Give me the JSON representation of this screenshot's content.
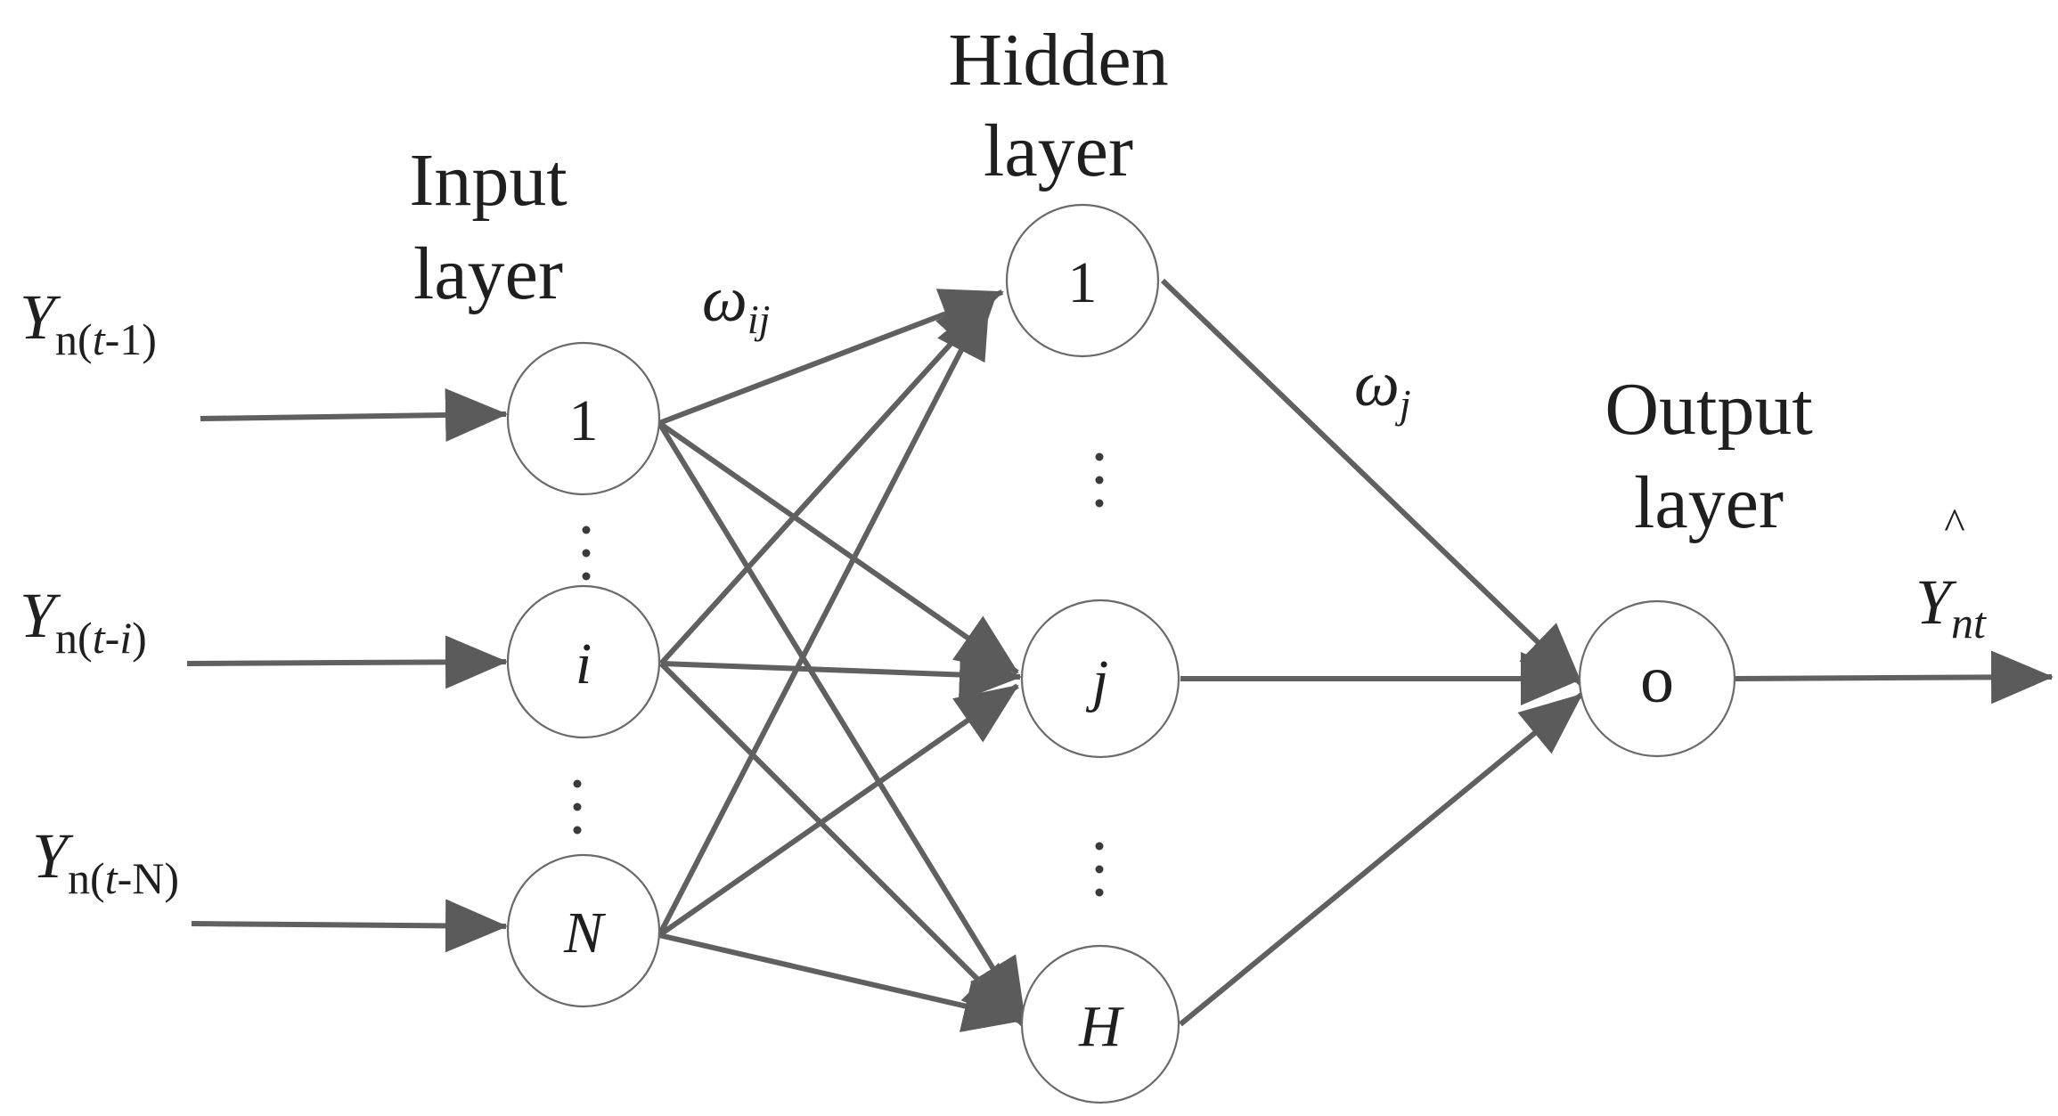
{
  "layers": {
    "input": {
      "title_line1": "Input",
      "title_line2": "layer",
      "nodes": [
        "1",
        "i",
        "N"
      ]
    },
    "hidden": {
      "title_line1": "Hidden",
      "title_line2": "layer",
      "nodes": [
        "1",
        "j",
        "H"
      ]
    },
    "output": {
      "title_line1": "Output",
      "title_line2": "layer",
      "nodes": [
        "o"
      ]
    }
  },
  "inputs": [
    {
      "main": "Y",
      "sub_pre": "n(",
      "sub_var": "t",
      "sub_post": "-1)"
    },
    {
      "main": "Y",
      "sub_pre": "n(",
      "sub_var": "t-i",
      "sub_post": ")"
    },
    {
      "main": "Y",
      "sub_pre": "n(",
      "sub_var": "t",
      "sub_post": "-N)"
    }
  ],
  "weights": {
    "input_hidden": {
      "main": "ω",
      "sub": "ij"
    },
    "hidden_output": {
      "main": "ω",
      "sub": "j"
    }
  },
  "output_var": {
    "hat": "^",
    "main": "Y",
    "sub": "nt"
  },
  "colors": {
    "line": "#606060",
    "node_border": "#6a6a6a",
    "text": "#1f1f1f"
  }
}
